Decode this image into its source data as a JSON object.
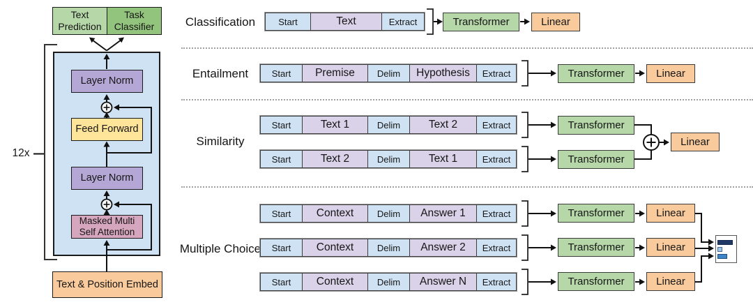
{
  "colors": {
    "blue_bg": "#cfe2f3",
    "purple_box": "#b4a7d6",
    "purple_cell": "#d9d2e9",
    "yellow": "#ffe599",
    "pink": "#d5a6bd",
    "orange": "#f9cb9c",
    "green_light": "#b6d7a8",
    "green_dark": "#93c47d",
    "bar_dark": "#1f3864",
    "bar_light": "#9fc5e8",
    "bar_mid": "#3d85c6"
  },
  "left_diagram": {
    "repeat_label": "12x",
    "outputs": {
      "text_prediction": "Text Prediction",
      "task_classifier": "Task Classifier"
    },
    "blocks": {
      "layer_norm_top": "Layer Norm",
      "feed_forward": "Feed Forward",
      "layer_norm_bottom": "Layer Norm",
      "masked_attention": "Masked Multi Self Attention",
      "embed": "Text & Position Embed"
    }
  },
  "tasks": [
    {
      "label": "Classification",
      "rows": [
        {
          "cells": [
            "Start",
            "Text",
            "Extract"
          ],
          "transformer": "Transformer",
          "linear": "Linear"
        }
      ]
    },
    {
      "label": "Entailment",
      "rows": [
        {
          "cells": [
            "Start",
            "Premise",
            "Delim",
            "Hypothesis",
            "Extract"
          ],
          "transformer": "Transformer",
          "linear": "Linear"
        }
      ]
    },
    {
      "label": "Similarity",
      "rows": [
        {
          "cells": [
            "Start",
            "Text 1",
            "Delim",
            "Text 2",
            "Extract"
          ],
          "transformer": "Transformer"
        },
        {
          "cells": [
            "Start",
            "Text 2",
            "Delim",
            "Text 1",
            "Extract"
          ],
          "transformer": "Transformer"
        }
      ],
      "linear": "Linear"
    },
    {
      "label": "Multiple Choice",
      "rows": [
        {
          "cells": [
            "Start",
            "Context",
            "Delim",
            "Answer 1",
            "Extract"
          ],
          "transformer": "Transformer",
          "linear": "Linear"
        },
        {
          "cells": [
            "Start",
            "Context",
            "Delim",
            "Answer 2",
            "Extract"
          ],
          "transformer": "Transformer",
          "linear": "Linear"
        },
        {
          "cells": [
            "Start",
            "Context",
            "Delim",
            "Answer N",
            "Extract"
          ],
          "transformer": "Transformer",
          "linear": "Linear"
        }
      ]
    }
  ]
}
